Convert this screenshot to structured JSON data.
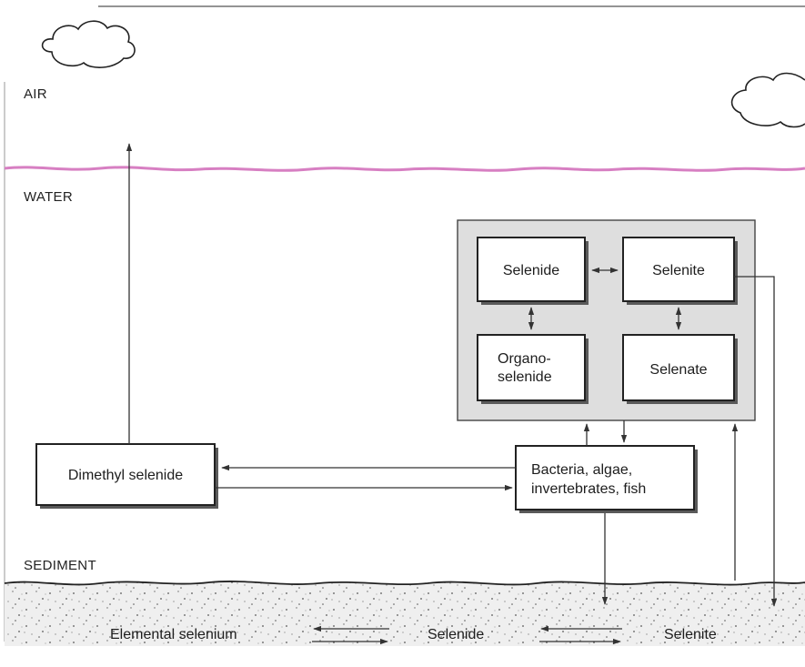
{
  "zones": {
    "air": "AIR",
    "water": "WATER",
    "sediment": "SEDIMENT"
  },
  "species_panel": {
    "selenide": "Selenide",
    "selenite": "Selenite",
    "organoselenide_line1": "Organo-",
    "organoselenide_line2": "selenide",
    "selenate": "Selenate"
  },
  "dimethyl_selenide": "Dimethyl selenide",
  "biota": {
    "line1": "Bacteria, algae,",
    "line2": "invertebrates, fish"
  },
  "sediment_species": {
    "elemental": "Elemental selenium",
    "selenide": "Selenide",
    "selenite": "Selenite"
  },
  "colors": {
    "water_surface": "#d77fc2",
    "panel_fill": "#dedede",
    "sediment_fill": "#efefef"
  }
}
